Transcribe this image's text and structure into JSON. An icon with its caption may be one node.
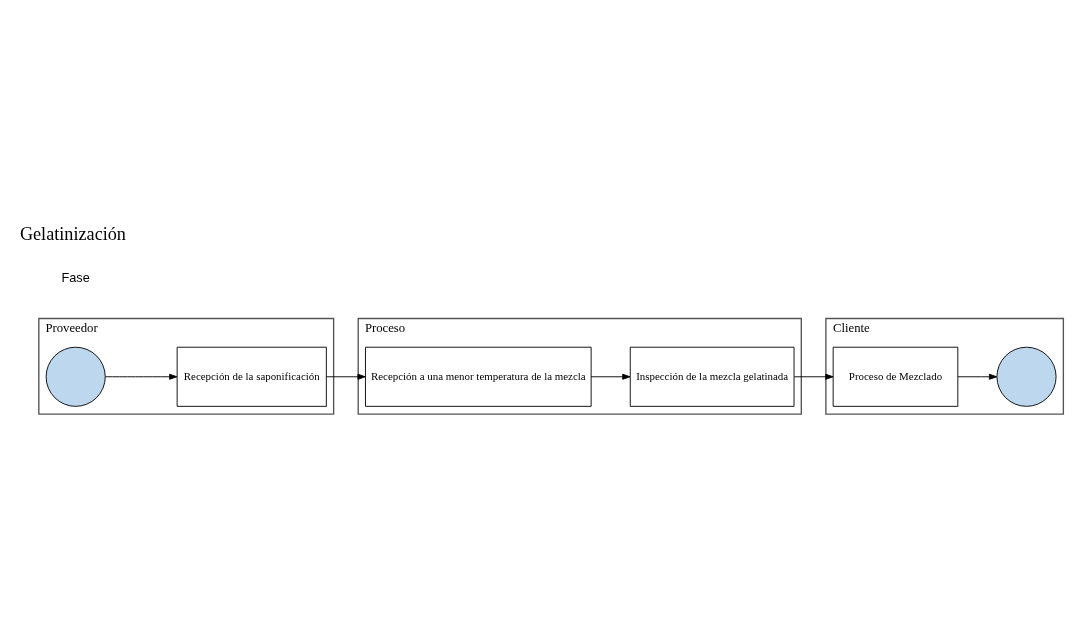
{
  "diagram": {
    "title": "Gelatinización",
    "nodes": [
      {
        "text": [
          "Proveedor"
        ]
      },
      {
        "text": [],
        "shape": "circle",
        "in": 0
      },
      {
        "text": [
          "Recepción de la saponificación"
        ],
        "in": 0
      },
      {
        "text": [
          "Proceso"
        ]
      },
      {
        "text": [
          "Recepción a una menor temperatura de la mezcla"
        ],
        "in": 3
      },
      {
        "text": [
          "Inspección de la mezcla gelatinada"
        ],
        "in": 3
      },
      {
        "text": [
          "Cliente"
        ]
      },
      {
        "text": [
          "Proceso de Mezclado"
        ],
        "in": 6
      },
      {
        "text": [],
        "shape": "circle",
        "in": 6
      }
    ],
    "edges": [
      {
        "from": 1,
        "to": 2,
        "arrow": "to"
      },
      {
        "from": 2,
        "to": 4,
        "arrow": "to"
      },
      {
        "from": 4,
        "to": 5,
        "arrow": "to"
      },
      {
        "from": 5,
        "to": 7,
        "arrow": "to"
      },
      {
        "from": 7,
        "to": 8,
        "arrow": "to"
      }
    ],
    "labels": [
      "Fase"
    ]
  }
}
